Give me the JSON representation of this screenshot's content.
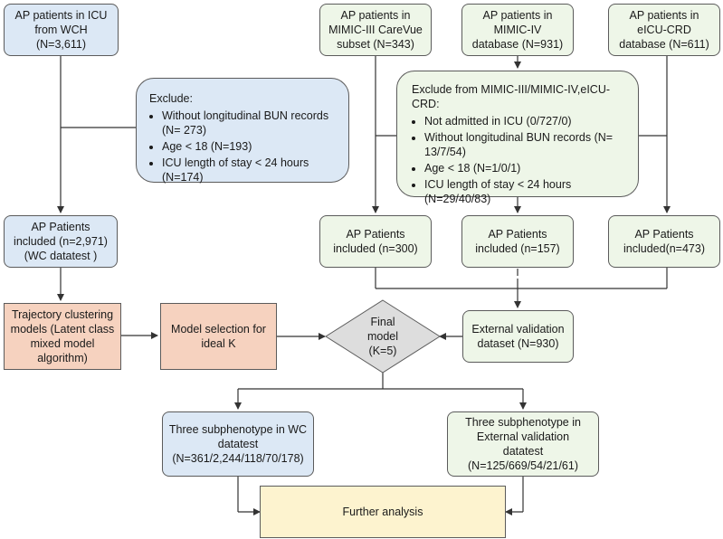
{
  "wch_source": [
    "AP patients in ICU",
    "from WCH",
    "(N=3,611)"
  ],
  "mimic3_source": [
    "AP patients in",
    "MIMIC-III CareVue",
    "subset (N=343)"
  ],
  "mimic4_source": [
    "AP patients in",
    "MIMIC-IV",
    "database (N=931)"
  ],
  "eicu_source": [
    "AP patients in",
    "eICU-CRD",
    "database (N=611)"
  ],
  "wch_exclude": {
    "head": "Exclude:",
    "items": [
      "Without longitudinal BUN records (N= 273)",
      "Age < 18 (N=193)",
      "ICU length of stay < 24 hours (N=174)"
    ]
  },
  "ext_exclude": {
    "head": "Exclude from MIMIC-III/MIMIC-IV,eICU-CRD:",
    "items": [
      "Not admitted in ICU (0/727/0)",
      "Without longitudinal BUN records (N= 13/7/54)",
      "Age < 18 (N=1/0/1)",
      "ICU length of stay < 24 hours (N=29/40/83)"
    ]
  },
  "wch_included": [
    "AP Patients",
    "included (n=2,971)",
    "(WC datatest )"
  ],
  "mimic3_included": [
    "AP Patients",
    "included (n=300)"
  ],
  "mimic4_included": [
    "AP Patients",
    "included (n=157)"
  ],
  "eicu_included": [
    "AP Patients",
    "included(n=473)"
  ],
  "trajectory": [
    "Trajectory clustering",
    "models (Latent class",
    "mixed model",
    "algorithm)"
  ],
  "model_selection": [
    "Model selection for",
    "ideal K"
  ],
  "final_model": [
    "Final",
    "model",
    "(K=5)"
  ],
  "external_validation": [
    "External validation",
    "dataset (N=930)"
  ],
  "wc_subphenotype": [
    "Three subphenotype in WC",
    "datatest",
    "(N=361/2,244/118/70/178)"
  ],
  "ext_subphenotype": [
    "Three subphenotype in",
    "External validation",
    "datatest",
    "(N=125/669/54/21/61)"
  ],
  "further": "Further analysis"
}
